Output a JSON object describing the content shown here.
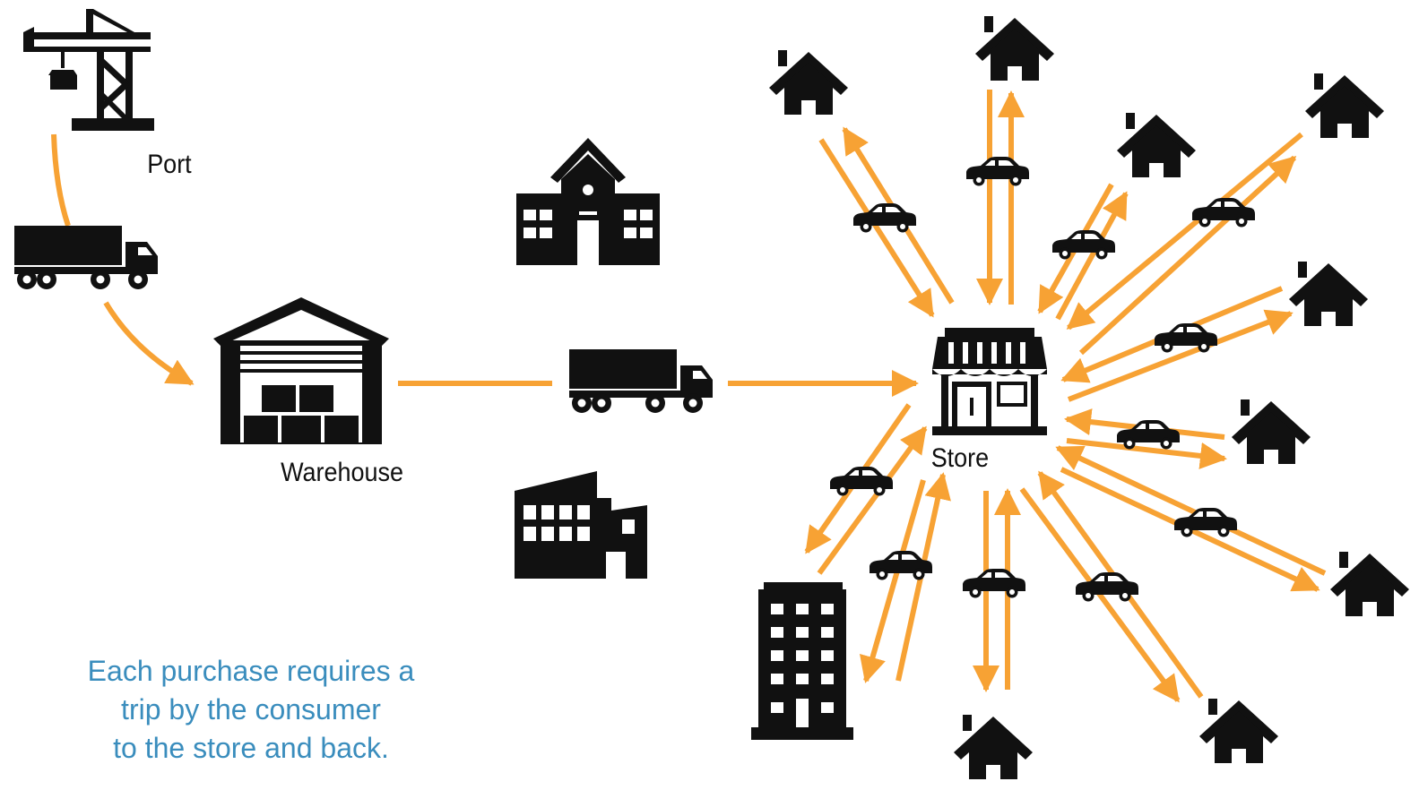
{
  "labels": {
    "port": "Port",
    "warehouse": "Warehouse",
    "store": "Store"
  },
  "caption": {
    "lines": [
      "Each purchase requires a",
      "trip by the consumer",
      "to the store and back."
    ]
  },
  "colors": {
    "arrow": "#F7A234",
    "icon": "#111111",
    "caption": "#3A8DBD",
    "background": "#FFFFFF"
  },
  "icons": {
    "port": "crane-icon",
    "truck": "truck-icon",
    "warehouse": "warehouse-icon",
    "store": "storefront-icon",
    "school": "school-building-icon",
    "factory": "factory-icon",
    "apartment": "apartment-building-icon",
    "house": "house-icon",
    "car": "car-icon"
  }
}
